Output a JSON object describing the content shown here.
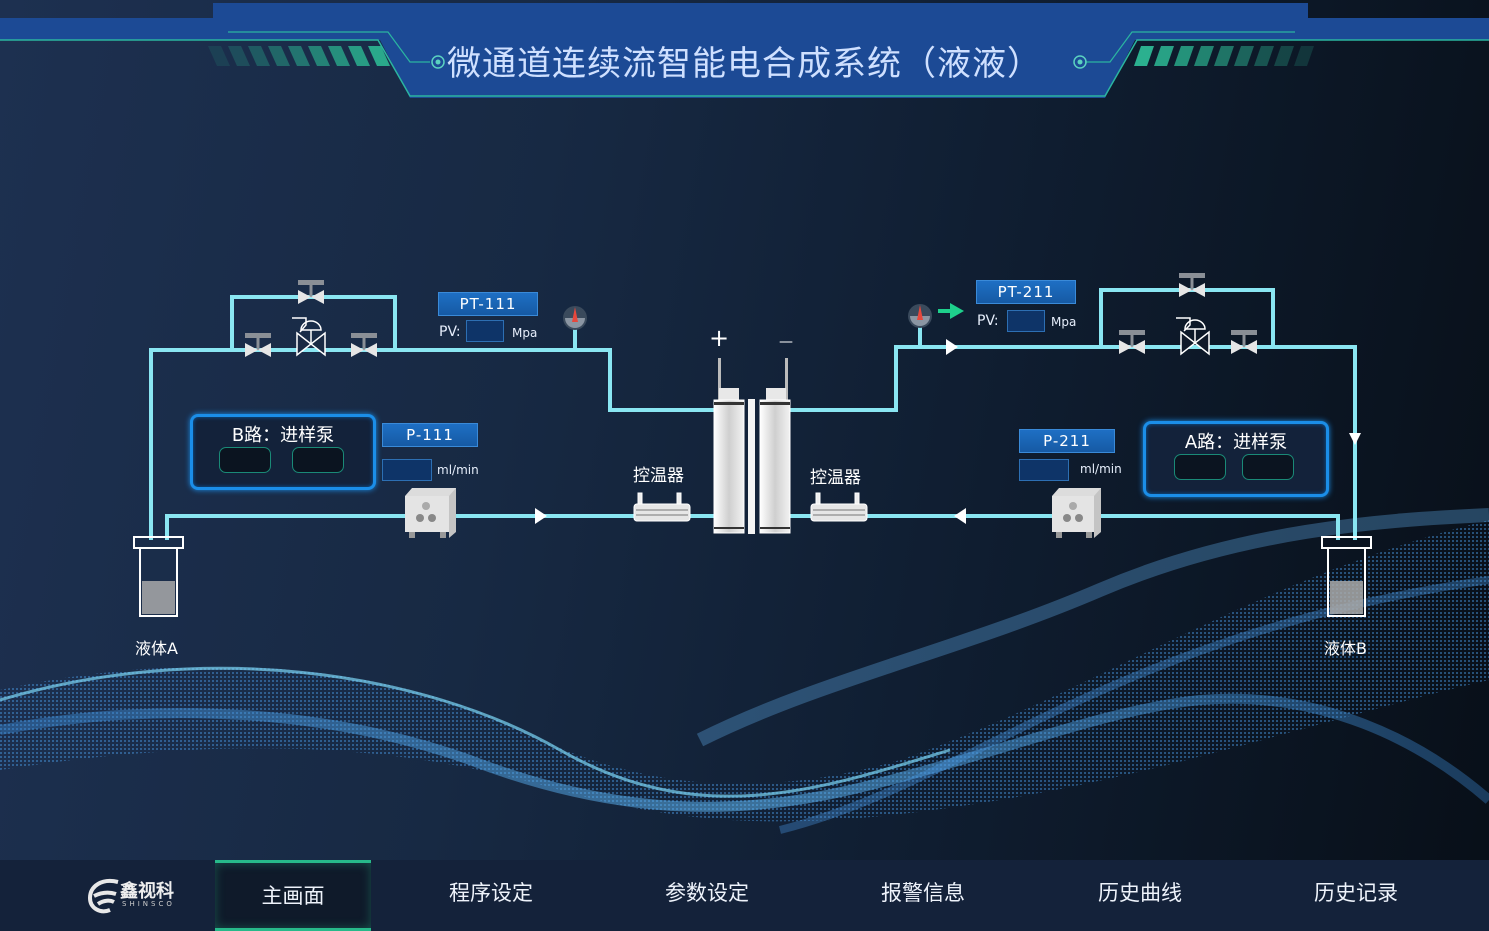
{
  "header": {
    "title": "微通道连续流智能电合成系统（液液）"
  },
  "diagram": {
    "pt_left": {
      "tag": "PT-111",
      "pv_label": "PV:",
      "pv_value": "",
      "unit": "Mpa"
    },
    "pt_right": {
      "tag": "PT-211",
      "pv_label": "PV:",
      "pv_value": "",
      "unit": "Mpa"
    },
    "pump_left": {
      "tag": "P-111",
      "flow_value": "",
      "unit": "ml/min"
    },
    "pump_right": {
      "tag": "P-211",
      "flow_value": "",
      "unit": "ml/min"
    },
    "panel_left": {
      "title": "B路：进样泵",
      "value1": "",
      "value2": ""
    },
    "panel_right": {
      "title": "A路：进样泵",
      "value1": "",
      "value2": ""
    },
    "reactor": {
      "plus": "+",
      "minus": "—"
    },
    "temp_left": "控温器",
    "temp_right": "控温器",
    "tank_left": "液体A",
    "tank_right": "液体B",
    "colors": {
      "pipe": "#8ae6f2",
      "accent": "#27b98a",
      "tag": "#1e6fc4",
      "gauge_needle": "#e5483d",
      "flow_arrow": "#1ed08c"
    }
  },
  "nav": {
    "logo_text": "鑫视科",
    "logo_sub": "SHINSCO",
    "items": [
      {
        "label": "主画面",
        "active": true
      },
      {
        "label": "程序设定",
        "active": false
      },
      {
        "label": "参数设定",
        "active": false
      },
      {
        "label": "报警信息",
        "active": false
      },
      {
        "label": "历史曲线",
        "active": false
      },
      {
        "label": "历史记录",
        "active": false
      }
    ]
  }
}
